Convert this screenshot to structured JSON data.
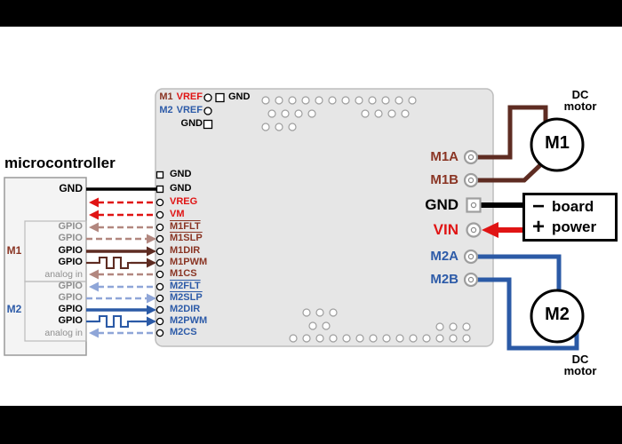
{
  "colors": {
    "m1_label": "#8a3524",
    "m1_wire": "#5e2c22",
    "m1_optional": "#b2877f",
    "m2_label": "#2d5ba8",
    "m2_wire": "#2b5aa6",
    "m2_optional": "#8fa6d8",
    "power_red": "#e01414",
    "ground": "#000000",
    "board_fill": "#e6e6e6"
  },
  "micro": {
    "title": "microcontroller",
    "gnd": "GND",
    "m1_label": "M1",
    "m2_label": "M2",
    "m1_pins": [
      "GPIO",
      "GPIO",
      "GPIO",
      "GPIO",
      "analog in"
    ],
    "m2_pins": [
      "GPIO",
      "GPIO",
      "GPIO",
      "GPIO",
      "analog in"
    ]
  },
  "board": {
    "vref_row1": {
      "prefix": "M1",
      "name": "VREF",
      "gnd": "GND"
    },
    "vref_row2": {
      "prefix": "M2",
      "name": "VREF"
    },
    "gnd_row3": "GND",
    "left_pins": [
      "GND",
      "GND",
      "VREG",
      "VM",
      "M1FLT",
      "M1SLP",
      "M1DIR",
      "M1PWM",
      "M1CS",
      "M2FLT",
      "M2SLP",
      "M2DIR",
      "M2PWM",
      "M2CS"
    ],
    "right_pins": [
      "M1A",
      "M1B",
      "GND",
      "VIN",
      "M2A",
      "M2B"
    ]
  },
  "right_side": {
    "dc_motor": {
      "line1": "DC",
      "line2": "motor"
    },
    "motor1": "M1",
    "motor2": "M2",
    "power": {
      "minus": "−",
      "plus": "+",
      "word1": "board",
      "word2": "power"
    }
  }
}
